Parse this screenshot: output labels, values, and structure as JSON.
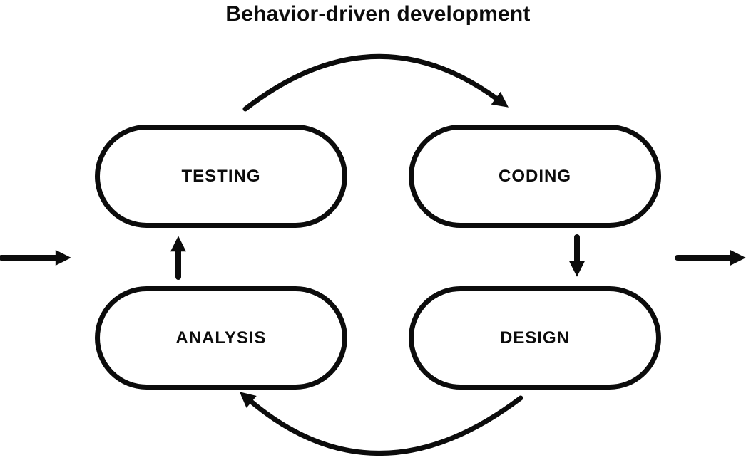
{
  "title": "Behavior-driven development",
  "diagram": {
    "type": "cycle",
    "nodes": [
      {
        "id": "testing",
        "label": "TESTING",
        "position": "top-left"
      },
      {
        "id": "coding",
        "label": "CODING",
        "position": "top-right"
      },
      {
        "id": "design",
        "label": "DESIGN",
        "position": "bottom-right"
      },
      {
        "id": "analysis",
        "label": "ANALYSIS",
        "position": "bottom-left"
      }
    ],
    "edges": [
      {
        "from": "testing",
        "to": "coding",
        "style": "curved-arc-over-top"
      },
      {
        "from": "coding",
        "to": "design",
        "style": "straight-down"
      },
      {
        "from": "design",
        "to": "analysis",
        "style": "curved-arc-under-bottom"
      },
      {
        "from": "analysis",
        "to": "testing",
        "style": "straight-up"
      }
    ],
    "external_arrows": [
      {
        "side": "left",
        "direction": "right"
      },
      {
        "side": "right",
        "direction": "right"
      }
    ]
  },
  "colors": {
    "ink": "#0c0c0c",
    "background": "#ffffff"
  }
}
